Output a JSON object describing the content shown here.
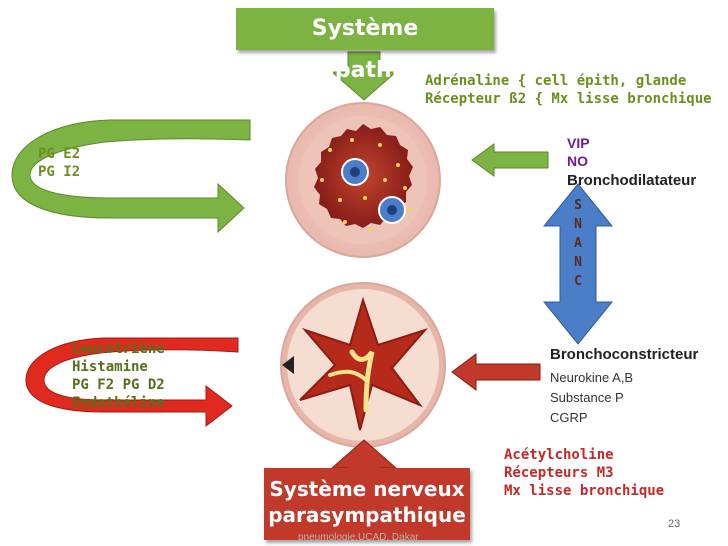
{
  "sympathetic_title": "Système sympathique",
  "sympathetic_mediators": [
    "Adrénaline    { cell épith, glande",
    "Récepteur ß2 { Mx lisse bronchique"
  ],
  "left_top_labels": [
    "PG E2",
    "PG I2"
  ],
  "dilator_labels": [
    "VIP",
    "NO"
  ],
  "bronchodilatateur": "Bronchodilatateur",
  "snanc_letters": [
    "S",
    "N",
    "A",
    "N",
    "C"
  ],
  "left_bottom_labels": [
    "Leucotriène",
    "Histamine",
    "PG F2 PG D2",
    "Endothéline"
  ],
  "bronchoconstricteur": "Bronchoconstricteur",
  "constrictor_labels": [
    "Neurokine A,B",
    "Substance P",
    "CGRP"
  ],
  "parasympathetic_mediators": [
    "Acétylcholine",
    "Récepteurs   M3",
    "Mx lisse bronchique"
  ],
  "parasympathetic_title_lines": [
    "Système nerveux",
    "parasympathique"
  ],
  "footer_text": "pneumologie,UCAD, Dakar",
  "page_number": "23",
  "colors": {
    "green": "#7cb342",
    "red": "#c0392b",
    "blue": "#4a7ec9",
    "purple": "#6a1b9a"
  }
}
